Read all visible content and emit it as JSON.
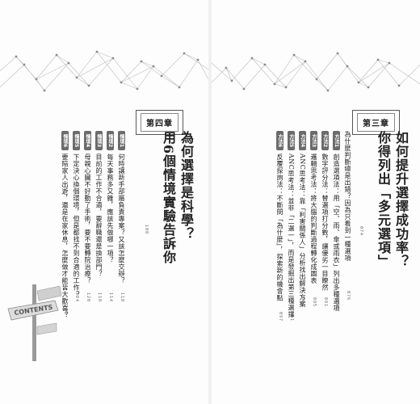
{
  "left_page": {
    "chapter_label": "第四章",
    "title_lines": [
      "為何選擇是科學？",
      "用6個情境實驗告訴你"
    ],
    "title_page": "100",
    "items": [
      {
        "badge": "情境1",
        "text": "何時讓新手部屬負責專案？又該怎麼交辦？",
        "page": "110"
      },
      {
        "badge": "情境2",
        "text": "每天事務多又雜，應該先做哪一項？",
        "page": "114"
      },
      {
        "badge": "情境3",
        "text": "目前的工作不合適，要辭職還是換部門？",
        "page": "118"
      },
      {
        "badge": "情境4",
        "text": "母親心臟不好動了手術，要不要轉院治療？",
        "page": "120"
      },
      {
        "badge": "情境5",
        "text": "下定決心換個環境，但是都找不到合適的工作？",
        "page": "124"
      },
      {
        "badge": "情境6",
        "text": "要陪家人出遊，還是在家休息，怎麼做才能皆大歡喜？",
        "page": "128"
      }
    ],
    "sign_text": "CONTENTS"
  },
  "right_page": {
    "chapter_label": "第三章",
    "title_lines": [
      "如何提升選擇成功率？",
      "你得列出「多元選項」"
    ],
    "title_page": "074",
    "intro": {
      "text": "為什麼判斷總是出錯？因為只看到一種選項",
      "page": "076"
    },
    "items": [
      {
        "badge": "方法1",
        "text": "創造選項法：用「空、雨、傘或雨衣」列出多種選項",
        "page": "078"
      },
      {
        "badge": "方法2",
        "text": "數字評分法：替選項打分數，讓優劣一目瞭然",
        "page": "081"
      },
      {
        "badge": "方法3",
        "text": "邏輯思考法：將大腦的判斷過程轉化成圖表",
        "page": "085"
      },
      {
        "badge": "方法4",
        "text": "ANC思考法：靠「利害關係人」分析找出解決方案",
        "page": "087"
      },
      {
        "badge": "方法5",
        "text": "ANC思考法：並非「二選一」，而是發掘出第三種選擇",
        "page": "091"
      },
      {
        "badge": "方法6",
        "text": "反覆探詢法：不斷問「為什麼」，探索新的機會點",
        "page": "097"
      }
    ]
  }
}
